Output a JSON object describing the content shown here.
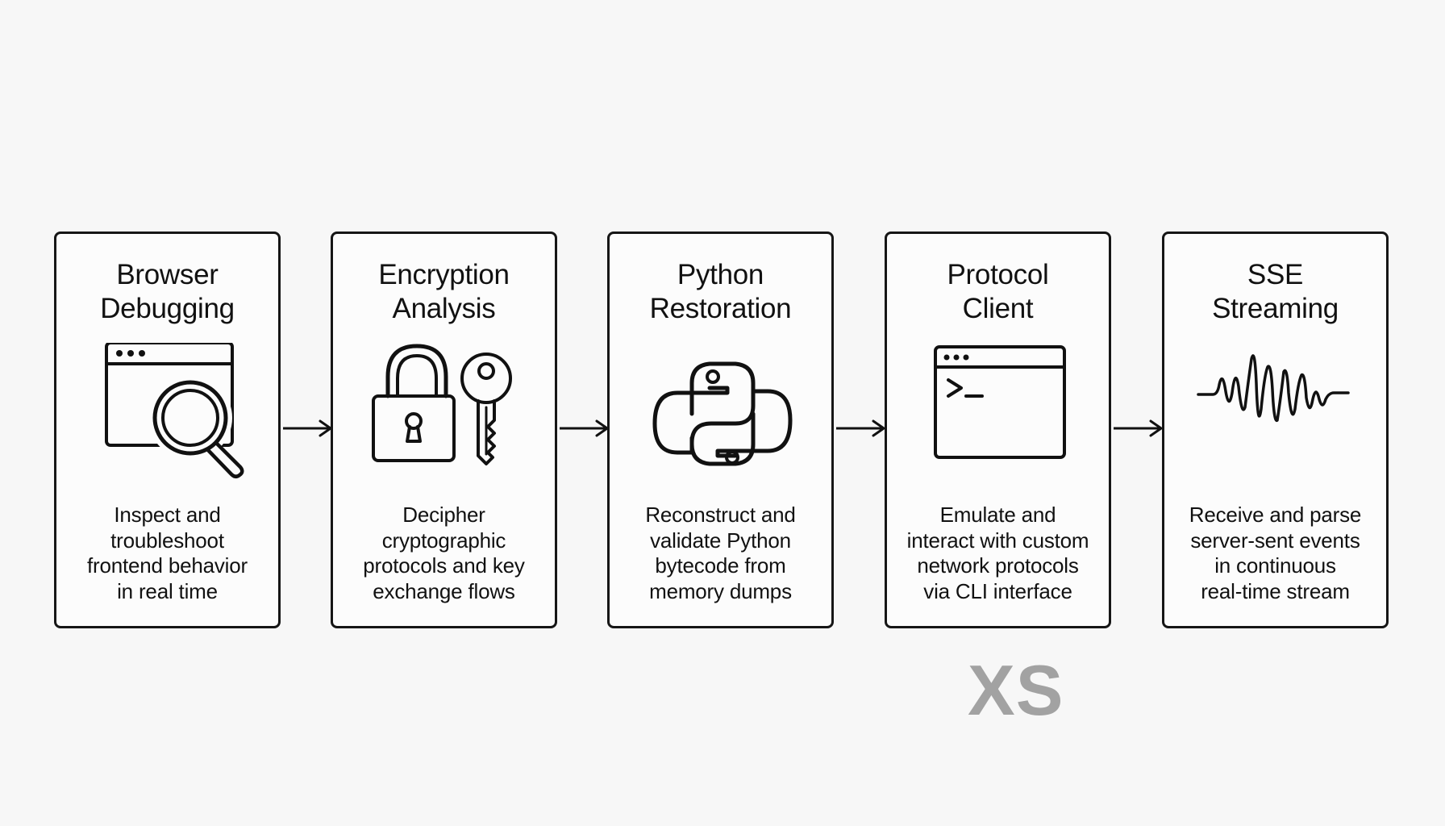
{
  "steps": [
    {
      "title_line1": "Browser",
      "title_line2": "Debugging",
      "icon": "browser-magnifier-icon",
      "desc": [
        "Inspect and",
        "troubleshoot",
        "frontend behavior",
        "in real time"
      ]
    },
    {
      "title_line1": "Encryption",
      "title_line2": "Analysis",
      "icon": "lock-and-key-icon",
      "desc": [
        "Decipher",
        "cryptographic",
        "protocols and key",
        "exchange flows"
      ]
    },
    {
      "title_line1": "Python",
      "title_line2": "Restoration",
      "icon": "python-logo-icon",
      "desc": [
        "Reconstruct and",
        "validate Python",
        "bytecode from",
        "memory dumps"
      ]
    },
    {
      "title_line1": "Protocol",
      "title_line2": "Client",
      "icon": "terminal-window-icon",
      "desc": [
        "Emulate and",
        "interact with custom",
        "network protocols",
        "via CLI interface"
      ]
    },
    {
      "title_line1": "SSE",
      "title_line2": "Streaming",
      "icon": "waveform-icon",
      "desc": [
        "Receive and parse",
        "server-sent events",
        "in continuous",
        "real-time stream"
      ]
    }
  ],
  "watermark": "XS",
  "colors": {
    "ink": "#111111",
    "background": "#f7f7f7",
    "watermark": "#a2a2a2"
  }
}
